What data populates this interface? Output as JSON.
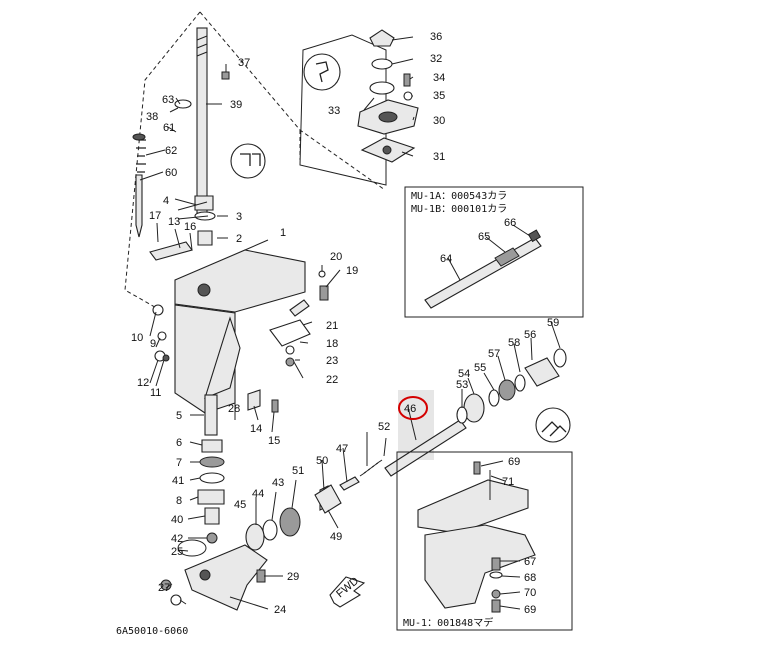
{
  "labels": {
    "p1": "1",
    "p2": "2",
    "p3": "3",
    "p4": "4",
    "p5": "5",
    "p6": "6",
    "p7": "7",
    "p8": "8",
    "p9": "9",
    "p10": "10",
    "p11": "11",
    "p12": "12",
    "p13": "13",
    "p14": "14",
    "p15": "15",
    "p16": "16",
    "p17": "17",
    "p18": "18",
    "p19": "19",
    "p20": "20",
    "p21": "21",
    "p22": "22",
    "p23": "23",
    "p24": "24",
    "p25": "25",
    "p27": "27",
    "p28": "28",
    "p29": "29",
    "p30": "30",
    "p31": "31",
    "p32": "32",
    "p33": "33",
    "p34": "34",
    "p35": "35",
    "p36": "36",
    "p37": "37",
    "p38": "38",
    "p39": "39",
    "p40": "40",
    "p41": "41",
    "p42": "42",
    "p43": "43",
    "p44": "44",
    "p45": "45",
    "p46": "46",
    "p47": "47",
    "p49": "49",
    "p50": "50",
    "p51": "51",
    "p52": "52",
    "p53": "53",
    "p54": "54",
    "p55": "55",
    "p56": "56",
    "p57": "57",
    "p58": "58",
    "p59": "59",
    "p60": "60",
    "p61": "61",
    "p62": "62",
    "p63": "63",
    "p64": "64",
    "p65": "65",
    "p66": "66",
    "p67": "67",
    "p68": "68",
    "p69a": "69",
    "p69b": "69",
    "p70": "70",
    "p71": "71"
  },
  "notes": {
    "mu1a": "MU-1A：000543カラ",
    "mu1b": "MU-1B：000101カラ",
    "mu1": "MU-1：001848マデ",
    "fwd": "FWD",
    "catalog_code": "6A50010-6060"
  },
  "highlight": {
    "part": "46",
    "color": "#d40000",
    "box_fill": "#e6e6e6"
  },
  "colors": {
    "line": "#222222",
    "text": "#111111"
  }
}
